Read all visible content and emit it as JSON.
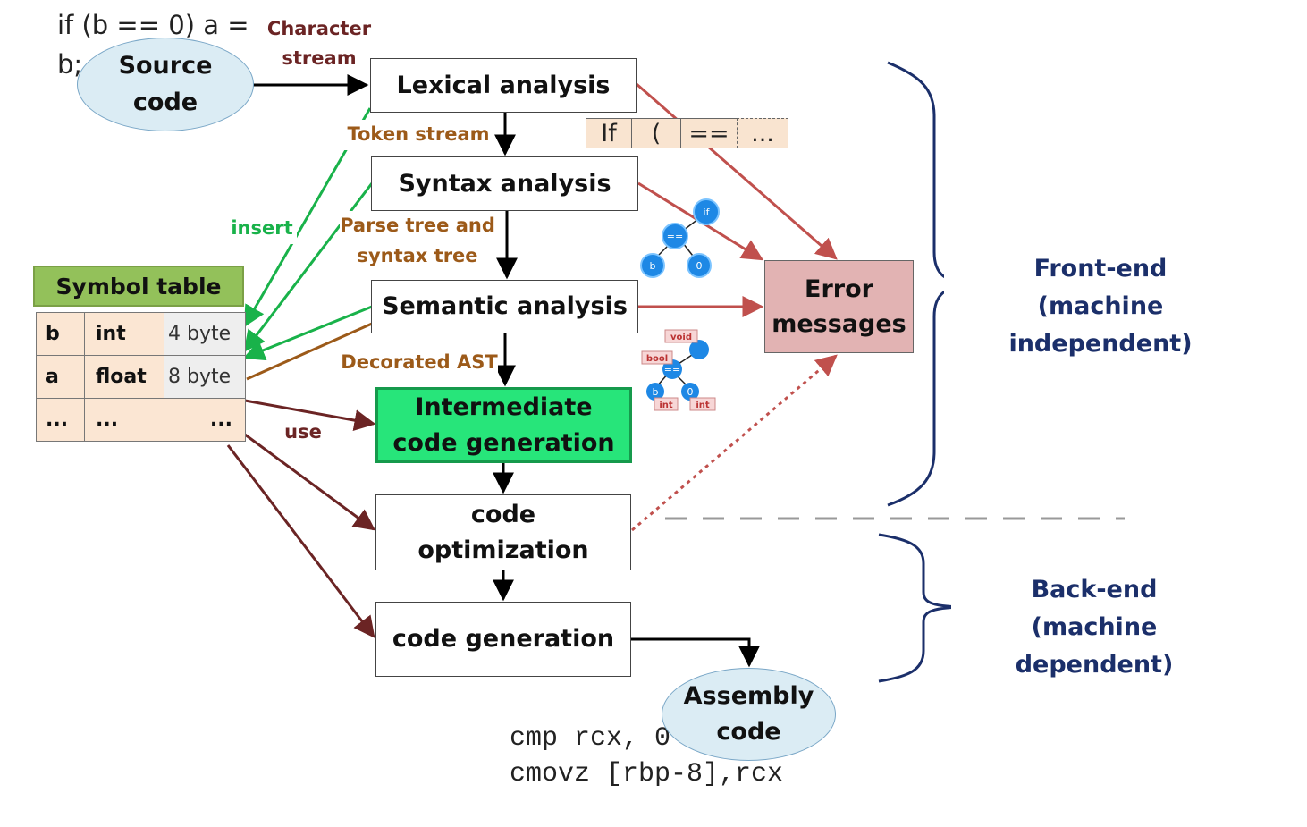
{
  "source_code_line": "if (b == 0) a = b;",
  "source_node": "Source\ncode",
  "stage_labels": {
    "character_stream": "Character\nstream",
    "token_stream": "Token stream",
    "parse_tree": "Parse tree and\nsyntax tree",
    "decorated_ast": "Decorated AST",
    "insert": "insert",
    "use": "use"
  },
  "stages": {
    "lexical": "Lexical analysis",
    "syntax": "Syntax analysis",
    "semantic": "Semantic analysis",
    "intermediate": "Intermediate\ncode generation",
    "optimization": "code\noptimization",
    "generation": "code generation"
  },
  "tokens": [
    "If",
    "(",
    "==",
    "..."
  ],
  "error_box": "Error\nmessages",
  "symbol_table": {
    "title": "Symbol table",
    "rows": [
      [
        "b",
        "int",
        "4 byte"
      ],
      [
        "a",
        "float",
        "8 byte"
      ],
      [
        "...",
        "...",
        "..."
      ]
    ]
  },
  "parse_tree_nodes": {
    "root": "if",
    "op": "==",
    "left": "b",
    "right": "0"
  },
  "decorated_tree_nodes": {
    "root": "void",
    "op": "==",
    "left": "b",
    "right": "0",
    "type_bool": "bool",
    "type_left": "int",
    "type_right": "int"
  },
  "front_end": "Front-end\n(machine independent)",
  "back_end": "Back-end\n(machine dependent)",
  "assembly_node": "Assembly\ncode",
  "assembly_lines": [
    "cmp rcx, 0",
    "cmovz [rbp-8],rcx"
  ],
  "colors": {
    "flow_arrow": "#000000",
    "error_arrow": "#c0504d",
    "insert_arrow": "#19b24a",
    "use_arrow": "#6b2424",
    "intermediate_fill": "#27e57a",
    "error_fill": "#e2b3b3",
    "symbol_title_fill": "#93c15a",
    "ellipse_fill": "#dbecf4",
    "brace": "#1b2f6a",
    "label_brown": "#9c5a19",
    "label_dark_red": "#6b2424",
    "label_green": "#19b24a",
    "tree_node": "#1e88e5"
  }
}
